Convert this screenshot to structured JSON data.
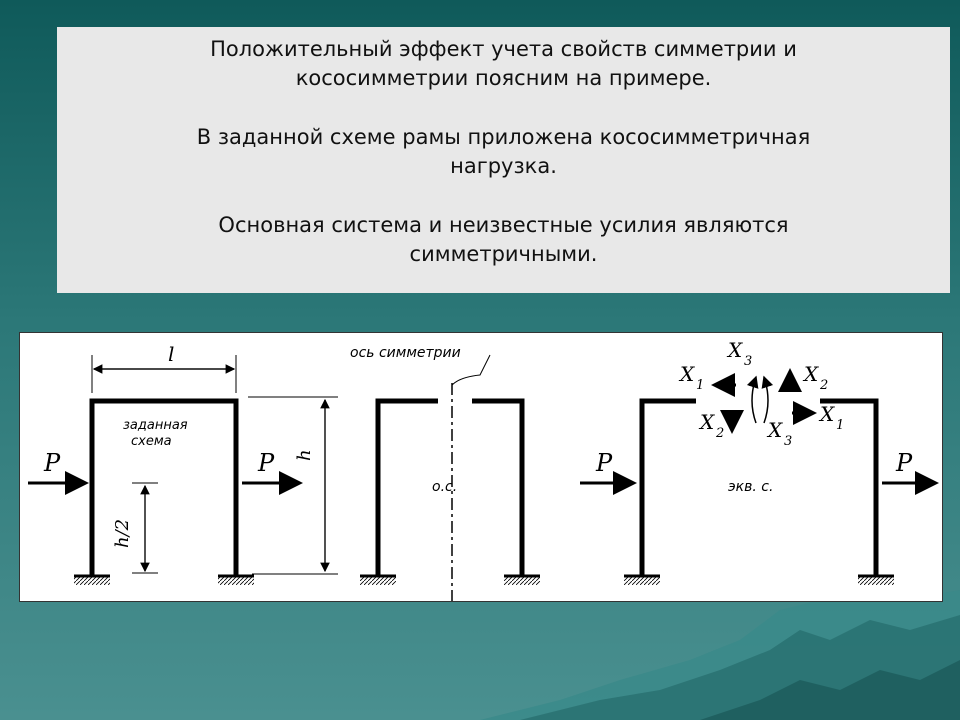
{
  "text": {
    "para1_line1": "Положительный эффект учета свойств симметрии и",
    "para1_line2": "кососимметрии поясним на примере.",
    "para2_line1": "В заданной схеме рамы приложена кососимметричная",
    "para2_line2": "нагрузка.",
    "para3_line1": "Основная система и неизвестные усилия являются",
    "para3_line2": "симметричными."
  },
  "diagram": {
    "span_label": "l",
    "height_label": "h",
    "half_height_label": "h/2",
    "given_scheme_line1": "заданная",
    "given_scheme_line2": "схема",
    "load_label": "P",
    "axis_label": "ось симметрии",
    "basic_system_label": "о.с.",
    "equiv_system_label": "экв. с.",
    "x1": "X",
    "x1_sub": "1",
    "x2": "X",
    "x2_sub": "2",
    "x3": "X",
    "x3_sub": "3"
  },
  "colors": {
    "background_top": "#0f5a5a",
    "background_bottom": "#4a9090",
    "text_panel": "#e8e8e8"
  }
}
